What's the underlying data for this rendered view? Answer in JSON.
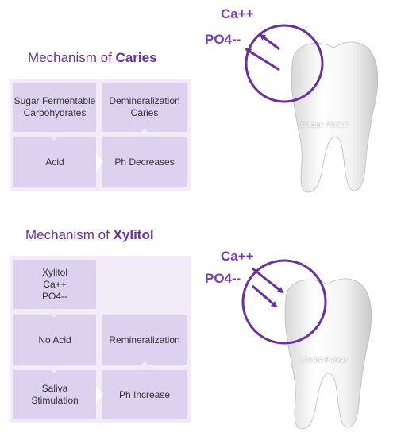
{
  "caries": {
    "title_prefix": "Mechanism of ",
    "title_emph": "Caries",
    "boxes": {
      "sugar": "Sugar Fermentable Carbohydrates",
      "demin": "Demineralization Caries",
      "acid": "Acid",
      "ph": "Ph Decreases"
    },
    "ions": {
      "ca": "Ca++",
      "po4": "PO4--"
    },
    "watermark": "© Kate Parker"
  },
  "xylitol": {
    "title_prefix": "Mechanism of ",
    "title_emph": "Xylitol",
    "boxes": {
      "xylitol": "Xylitol Ca++ PO4--",
      "noacid": "No Acid",
      "remin": "Remineralization",
      "saliva": "Saliva Stimulation",
      "ph": "Ph Increase"
    },
    "ions": {
      "ca": "Ca++",
      "po4": "PO4--"
    },
    "watermark": "© Kate Parker"
  },
  "colors": {
    "accent": "#6b2fa0",
    "box": "#dcd2f0",
    "panel": "#f1ecf8"
  }
}
